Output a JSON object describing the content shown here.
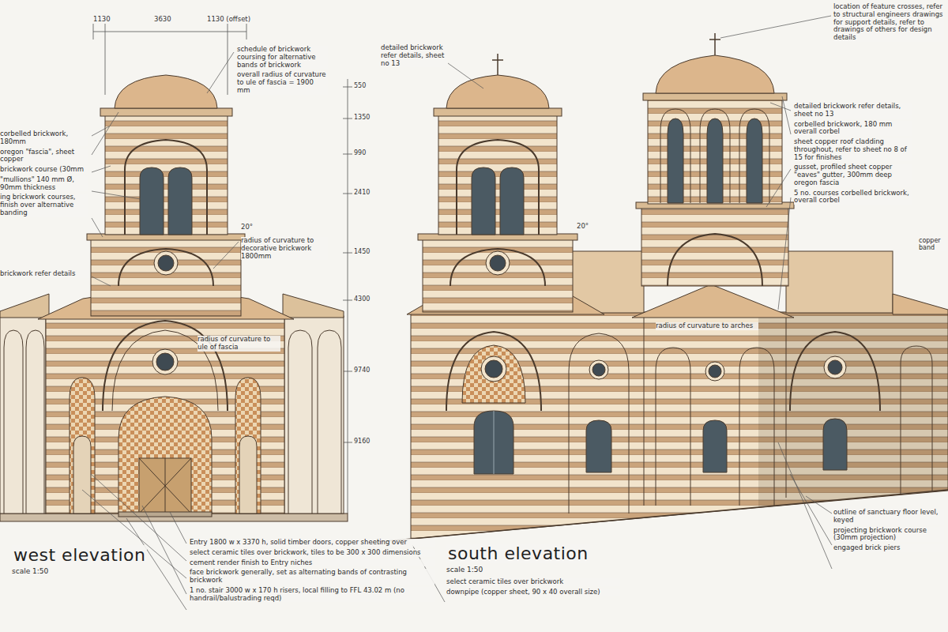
{
  "diagram": {
    "labels": [
      "1130",
      "3630",
      "1130 (offset)",
      "schedule of brickwork coursing for alternative bands of brickwork",
      "overall radius of curvature to ule of fascia = 1900 mm",
      "corbelled brickwork, 180mm",
      "oregon \"fascia\", sheet copper",
      "brickwork course (30mm",
      "\"mullions\" 140 mm Ø, 90mm thickness",
      "ing brickwork courses, finish over alternative banding",
      "brickwork refer details",
      "radius of curvature to decorative brickwork 1800mm",
      "20°",
      "radius of curvature to ule of fascia",
      "west elevation",
      "scale 1:50",
      "Entry 1800 w x 3370 h, solid timber doors, copper sheeting over",
      "select ceramic tiles over brickwork, tiles to be 300 x 300 dimensions",
      "cement render finish to Entry niches",
      "face brickwork generally, set as alternating bands of contrasting brickwork",
      "1 no. stair 3000 w x 170 h risers, local filling to FFL 43.02 m (no handrail/balustrading reqd)",
      "550",
      "1350",
      "990",
      "2410",
      "1450",
      "4300",
      "9740",
      "9160",
      "20°",
      "detailed brickwork refer details, sheet no 13",
      "location of feature crosses, refer to structural engineers drawings for support details, refer to drawings of others for design details",
      "detailed brickwork refer details, sheet no 13",
      "corbelled brickwork, 180 mm overall corbel",
      "sheet copper roof cladding throughout, refer to sheet no 8 of 15 for finishes",
      "gusset, profiled sheet copper \"eaves\" gutter, 300mm deep oregon fascia",
      "5 no. courses corbelled brickwork, overall corbel",
      "copper band",
      "radius of curvature to arches",
      "south elevation",
      "scale 1:50",
      "select ceramic tiles over brickwork",
      "downpipe (copper sheet, 90 x 40 overall size)",
      "outline of sanctuary floor level, keyed",
      "projecting brickwork course (30mm projection)",
      "engaged brick piers"
    ]
  }
}
